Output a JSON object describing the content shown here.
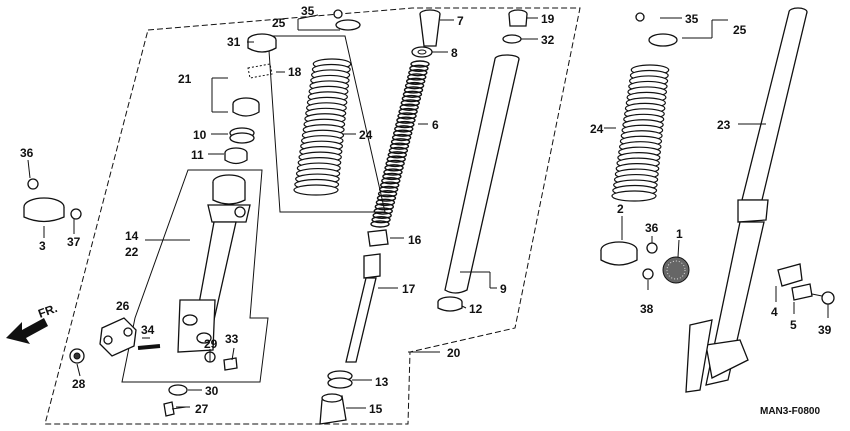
{
  "diagram": {
    "code": "MAN3-F0800",
    "direction_label": "FR.",
    "callouts": [
      "1",
      "2",
      "3",
      "4",
      "5",
      "6",
      "7",
      "8",
      "9",
      "10",
      "11",
      "12",
      "13",
      "14",
      "15",
      "16",
      "17",
      "18",
      "19",
      "20",
      "21",
      "22",
      "23",
      "24",
      "25",
      "26",
      "27",
      "28",
      "29",
      "30",
      "31",
      "32",
      "33",
      "34",
      "35",
      "36",
      "37",
      "38",
      "39"
    ],
    "labels": {
      "c35a": "35",
      "c25a": "25",
      "c31": "31",
      "c18": "18",
      "c21": "21",
      "c10": "10",
      "c11": "11",
      "c24a": "24",
      "c36a": "36",
      "c3": "3",
      "c37": "37",
      "c14": "14",
      "c22": "22",
      "c26": "26",
      "c34": "34",
      "c29": "29",
      "c33": "33",
      "c28": "28",
      "c30": "30",
      "c27": "27",
      "c7": "7",
      "c8": "8",
      "c6": "6",
      "c16": "16",
      "c17": "17",
      "c13": "13",
      "c15": "15",
      "c19": "19",
      "c32": "32",
      "c9": "9",
      "c12": "12",
      "c20": "20",
      "c35b": "35",
      "c25b": "25",
      "c24b": "24",
      "c23": "23",
      "c2": "2",
      "c36b": "36",
      "c1": "1",
      "c38": "38",
      "c4": "4",
      "c5": "5",
      "c39": "39"
    }
  }
}
